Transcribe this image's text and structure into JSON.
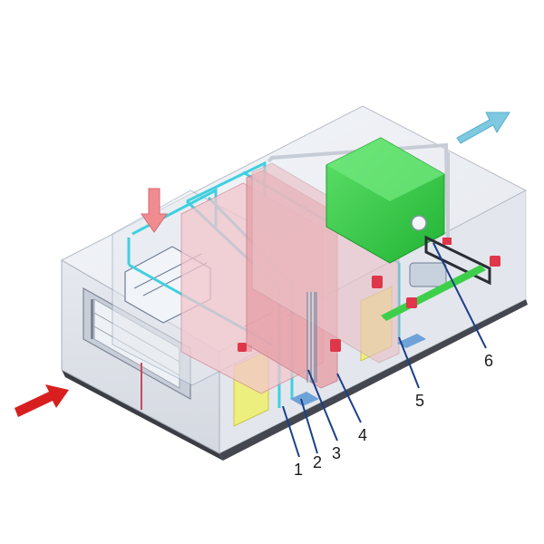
{
  "colors": {
    "background": "#ffffff",
    "casing_face": "#dfe3ea",
    "casing_top": "#eceef3",
    "casing_edge": "#a9b0bc",
    "base_frame": "#3a3d44",
    "inlet_arrow": "#d81e1e",
    "outlet_arrow": "#7ec8e0",
    "return_arrow": "#f08c90",
    "filter_frame": "#3fd0e0",
    "coil_panel": "#e8a0a8",
    "fan_housing": "#3ecf4a",
    "door_yellow": "#eef06a",
    "handle_red": "#e0364a",
    "leader_line": "#1a3f8a"
  },
  "callouts": [
    {
      "label": "1"
    },
    {
      "label": "2"
    },
    {
      "label": "3"
    },
    {
      "label": "4"
    },
    {
      "label": "5"
    },
    {
      "label": "6"
    }
  ]
}
